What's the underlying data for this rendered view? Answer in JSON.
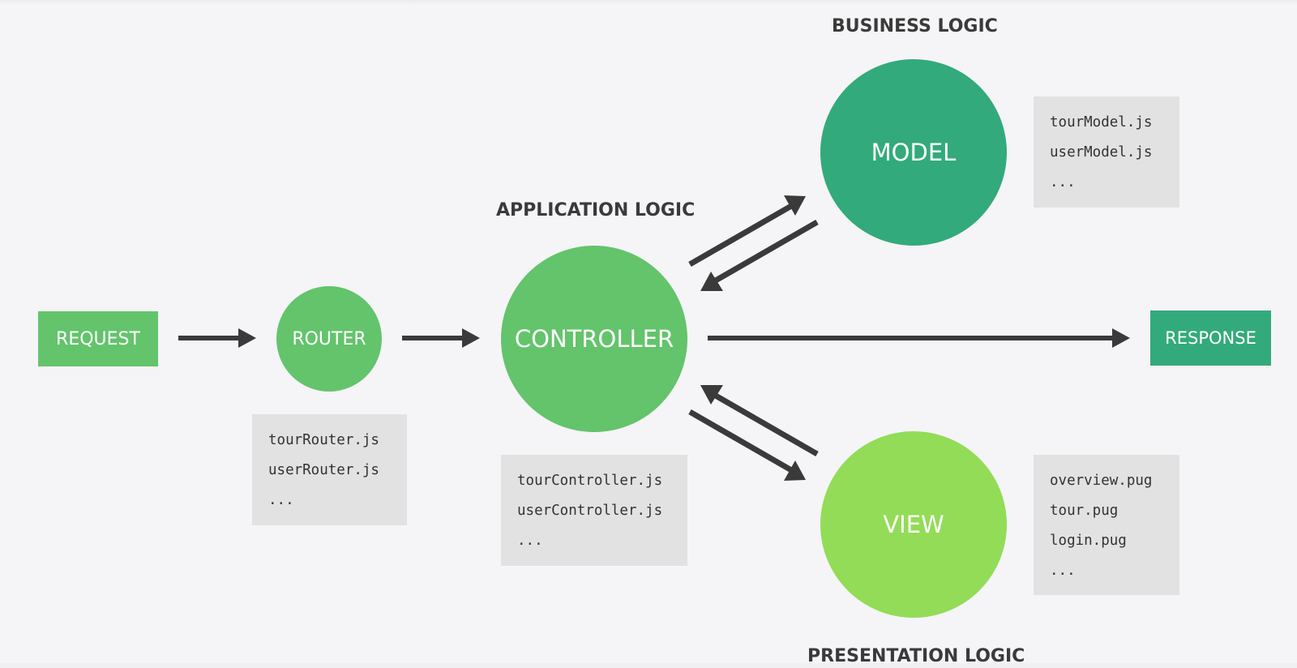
{
  "colors": {
    "background": "#f5f4f7",
    "green": "#63c46b",
    "dark_green": "#33aa7b",
    "light_green": "#93dc57",
    "arrow": "#3a3a3a",
    "file_box": "#e2e2e2"
  },
  "headings": {
    "business_logic": "BUSINESS LOGIC",
    "application_logic": "APPLICATION LOGIC",
    "presentation_logic": "PRESENTATION LOGIC"
  },
  "nodes": {
    "request": "REQUEST",
    "router": "ROUTER",
    "controller": "CONTROLLER",
    "model": "MODEL",
    "view": "VIEW",
    "response": "RESPONSE"
  },
  "files": {
    "router": [
      "tourRouter.js",
      "userRouter.js",
      "..."
    ],
    "controller": [
      "tourController.js",
      "userController.js",
      "..."
    ],
    "model": [
      "tourModel.js",
      "userModel.js",
      "..."
    ],
    "view": [
      "overview.pug",
      "tour.pug",
      "login.pug",
      "..."
    ]
  }
}
